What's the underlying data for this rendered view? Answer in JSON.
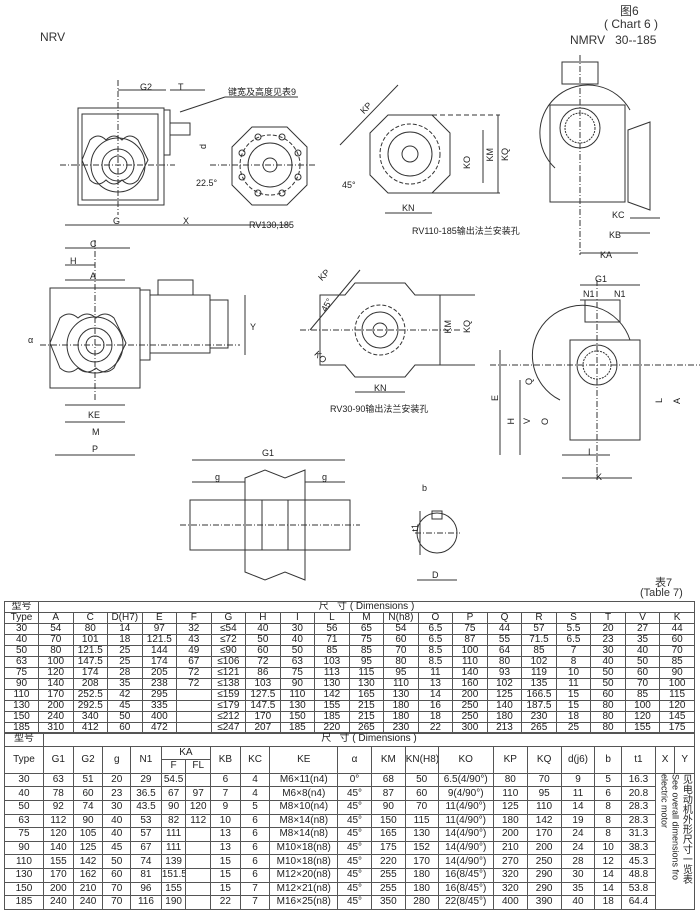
{
  "header": {
    "left_title": "NRV",
    "figure_cn": "图6",
    "figure_en": "( Chart 6 )",
    "series": "NMRV   30--185"
  },
  "drawing_labels": {
    "G2": "G2",
    "T": "T",
    "d": "d",
    "key_note": "键宽及高度见表9",
    "angle_22": "22.5°",
    "rv130": "RV130,185",
    "KP": "KP",
    "angle_45": "45°",
    "KM": "KM",
    "KQ": "KQ",
    "KO": "KO",
    "KN": "KN",
    "rv110": "RV110-185输出法兰安装孔",
    "KC": "KC",
    "KB": "KB",
    "KA": "KA",
    "G": "G",
    "X": "X",
    "C": "C",
    "H": "H",
    "A": "A",
    "Y": "Y",
    "alpha": "α",
    "KE": "KE",
    "M": "M",
    "P": "P",
    "rv30": "RV30-90输出法兰安装孔",
    "G1": "G1",
    "N1": "N1",
    "Q": "Q",
    "E": "E",
    "V": "V",
    "O": "O",
    "I": "I",
    "K": "K",
    "g": "g",
    "b": "b",
    "t1": "t1",
    "D": "D"
  },
  "table7": {
    "title_cn": "表7",
    "title_en": "(Table 7)",
    "type_cn": "型号",
    "type_en": "Type",
    "group": "尺   寸 ( Dimensions )",
    "columns": [
      "A",
      "C",
      "D(H7)",
      "E",
      "F",
      "G",
      "H",
      "I",
      "L",
      "M",
      "N(h8)",
      "O",
      "P",
      "Q",
      "R",
      "S",
      "T",
      "V",
      "K"
    ],
    "rows": [
      [
        "30",
        "54",
        "80",
        "14",
        "97",
        "32",
        "≤54",
        "40",
        "30",
        "56",
        "65",
        "54",
        "6.5",
        "75",
        "44",
        "57",
        "5.5",
        "20",
        "27",
        "44"
      ],
      [
        "40",
        "70",
        "101",
        "18",
        "121.5",
        "43",
        "≤72",
        "50",
        "40",
        "71",
        "75",
        "60",
        "6.5",
        "87",
        "55",
        "71.5",
        "6.5",
        "23",
        "35",
        "60"
      ],
      [
        "50",
        "80",
        "121.5",
        "25",
        "144",
        "49",
        "≤90",
        "60",
        "50",
        "85",
        "85",
        "70",
        "8.5",
        "100",
        "64",
        "85",
        "7",
        "30",
        "40",
        "70"
      ],
      [
        "63",
        "100",
        "147.5",
        "25",
        "174",
        "67",
        "≤106",
        "72",
        "63",
        "103",
        "95",
        "80",
        "8.5",
        "110",
        "80",
        "102",
        "8",
        "40",
        "50",
        "85"
      ],
      [
        "75",
        "120",
        "174",
        "28",
        "205",
        "72",
        "≤121",
        "86",
        "75",
        "113",
        "115",
        "95",
        "11",
        "140",
        "93",
        "119",
        "10",
        "50",
        "60",
        "90"
      ],
      [
        "90",
        "140",
        "208",
        "35",
        "238",
        "72",
        "≤138",
        "103",
        "90",
        "130",
        "130",
        "110",
        "13",
        "160",
        "102",
        "135",
        "11",
        "50",
        "70",
        "100"
      ],
      [
        "110",
        "170",
        "252.5",
        "42",
        "295",
        "",
        "≤159",
        "127.5",
        "110",
        "142",
        "165",
        "130",
        "14",
        "200",
        "125",
        "166.5",
        "15",
        "60",
        "85",
        "115"
      ],
      [
        "130",
        "200",
        "292.5",
        "45",
        "335",
        "",
        "≤179",
        "147.5",
        "130",
        "155",
        "215",
        "180",
        "16",
        "250",
        "140",
        "187.5",
        "15",
        "80",
        "100",
        "120"
      ],
      [
        "150",
        "240",
        "340",
        "50",
        "400",
        "",
        "≤212",
        "170",
        "150",
        "185",
        "215",
        "180",
        "18",
        "250",
        "180",
        "230",
        "18",
        "80",
        "120",
        "145"
      ],
      [
        "185",
        "310",
        "412",
        "60",
        "472",
        "",
        "≤247",
        "207",
        "185",
        "220",
        "265",
        "230",
        "22",
        "300",
        "213",
        "265",
        "25",
        "80",
        "155",
        "175"
      ]
    ]
  },
  "table8": {
    "type_cn": "型号",
    "type_en": "Type",
    "group": "尺   寸 ( Dimensions )",
    "columns_before": [
      "G1",
      "G2",
      "g",
      "N1"
    ],
    "ka": {
      "label": "KA",
      "sub": [
        "F",
        "FL"
      ]
    },
    "columns_after": [
      "KB",
      "KC",
      "KE",
      "α",
      "KM",
      "KN(H8)",
      "KO",
      "KP",
      "KQ",
      "d(j6)",
      "b",
      "t1",
      "X",
      "Y"
    ],
    "note_cn": "见电动机外形尺寸一览表",
    "note_en": "See overall dimensions fro electric motor",
    "rows": [
      [
        "30",
        "63",
        "51",
        "20",
        "29",
        "54.5",
        "",
        "6",
        "4",
        "M6×11(n4)",
        "0°",
        "68",
        "50",
        "6.5(4/90°)",
        "80",
        "70",
        "9",
        "5",
        "16.3"
      ],
      [
        "40",
        "78",
        "60",
        "23",
        "36.5",
        "67",
        "97",
        "7",
        "4",
        "M6×8(n4)",
        "45°",
        "87",
        "60",
        "9(4/90°)",
        "110",
        "95",
        "11",
        "6",
        "20.8"
      ],
      [
        "50",
        "92",
        "74",
        "30",
        "43.5",
        "90",
        "120",
        "9",
        "5",
        "M8×10(n4)",
        "45°",
        "90",
        "70",
        "11(4/90°)",
        "125",
        "110",
        "14",
        "8",
        "28.3"
      ],
      [
        "63",
        "112",
        "90",
        "40",
        "53",
        "82",
        "112",
        "10",
        "6",
        "M8×14(n8)",
        "45°",
        "150",
        "115",
        "11(4/90°)",
        "180",
        "142",
        "19",
        "8",
        "28.3"
      ],
      [
        "75",
        "120",
        "105",
        "40",
        "57",
        "111",
        "",
        "13",
        "6",
        "M8×14(n8)",
        "45°",
        "165",
        "130",
        "14(4/90°)",
        "200",
        "170",
        "24",
        "8",
        "31.3"
      ],
      [
        "90",
        "140",
        "125",
        "45",
        "67",
        "111",
        "",
        "13",
        "6",
        "M10×18(n8)",
        "45°",
        "175",
        "152",
        "14(4/90°)",
        "210",
        "200",
        "24",
        "10",
        "38.3"
      ],
      [
        "110",
        "155",
        "142",
        "50",
        "74",
        "139",
        "",
        "15",
        "6",
        "M10×18(n8)",
        "45°",
        "220",
        "170",
        "14(4/90°)",
        "270",
        "250",
        "28",
        "12",
        "45.3"
      ],
      [
        "130",
        "170",
        "162",
        "60",
        "81",
        "151.5",
        "",
        "15",
        "6",
        "M12×20(n8)",
        "45°",
        "255",
        "180",
        "16(8/45°)",
        "320",
        "290",
        "30",
        "14",
        "48.8"
      ],
      [
        "150",
        "200",
        "210",
        "70",
        "96",
        "155",
        "",
        "15",
        "7",
        "M12×21(n8)",
        "45°",
        "255",
        "180",
        "16(8/45°)",
        "320",
        "290",
        "35",
        "14",
        "53.8"
      ],
      [
        "185",
        "240",
        "240",
        "70",
        "116",
        "190",
        "",
        "22",
        "7",
        "M16×25(n8)",
        "45°",
        "350",
        "280",
        "22(8/45°)",
        "400",
        "390",
        "40",
        "18",
        "64.4"
      ]
    ]
  }
}
